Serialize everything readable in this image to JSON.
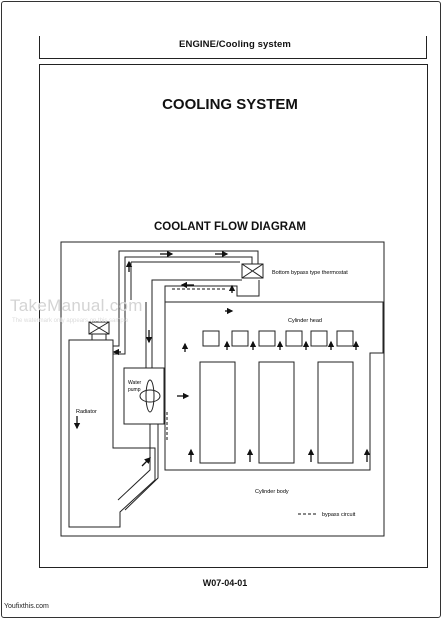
{
  "header": {
    "section_title": "ENGINE/Cooling system"
  },
  "page": {
    "title": "COOLING SYSTEM",
    "diagram_title": "COOLANT FLOW DIAGRAM",
    "page_code": "W07-04-01"
  },
  "diagram": {
    "labels": {
      "thermostat": "Bottom bypass type thermostat",
      "cylinder_head": "Cylinder head",
      "radiator": "Radiator",
      "water_pump_line1": "Water",
      "water_pump_line2": "pump",
      "cylinder_body": "Cylinder body",
      "legend": "bypass circuit"
    }
  },
  "watermark": {
    "text": "TakeManual.com",
    "subtext": "The watermark only appears on this sample"
  },
  "footer": {
    "site": "Youfixthis.com"
  }
}
